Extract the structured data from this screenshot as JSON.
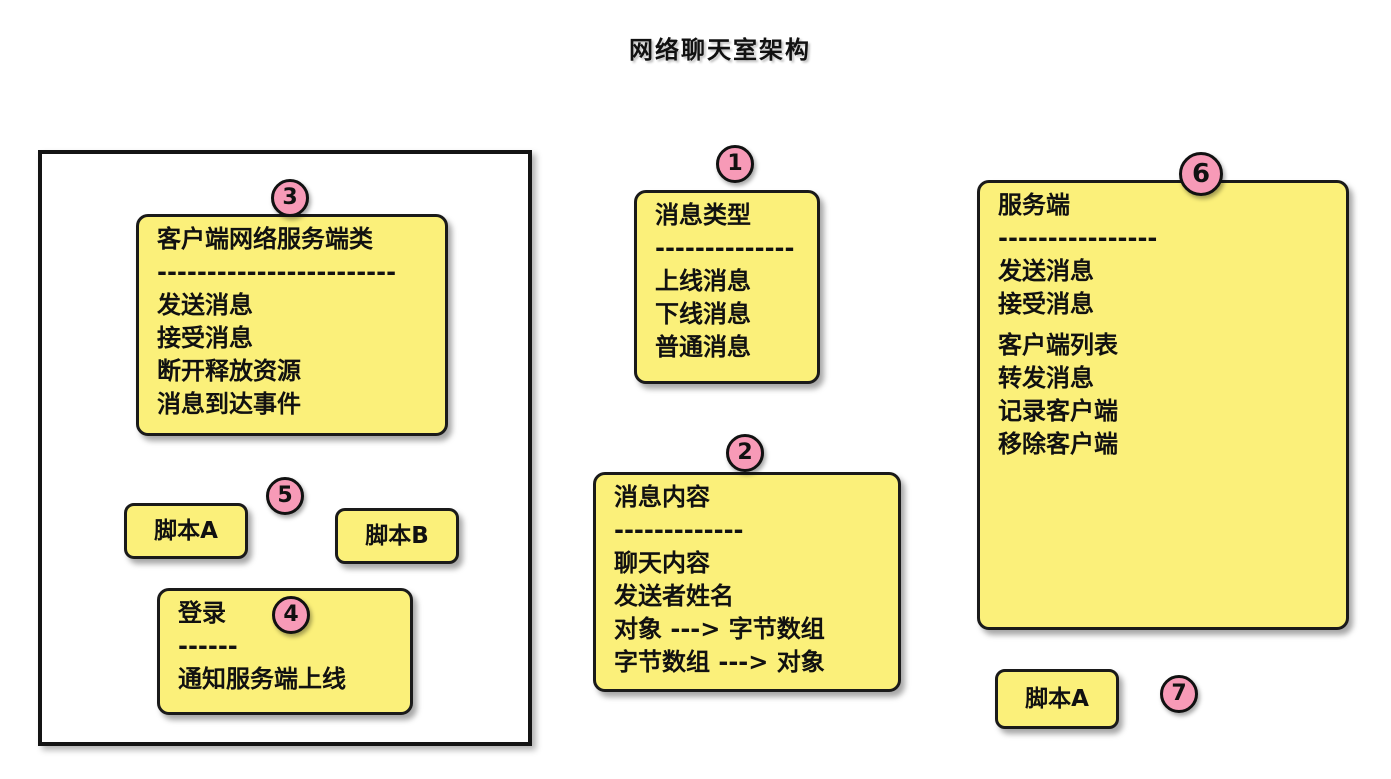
{
  "title": "网络聊天室架构",
  "notes": {
    "message_type": {
      "badge": "1",
      "heading": "消息类型",
      "separator": "--------------",
      "items": [
        "上线消息",
        "下线消息",
        "普通消息"
      ]
    },
    "message_content": {
      "badge": "2",
      "heading": "消息内容",
      "separator": "-------------",
      "items": [
        "聊天内容",
        "发送者姓名",
        "对象  ---> 字节数组",
        "字节数组 ---> 对象"
      ]
    },
    "client_network_service": {
      "badge": "3",
      "heading": "客户端网络服务端类",
      "separator": "------------------------",
      "items": [
        "发送消息",
        "接受消息",
        "断开释放资源",
        "消息到达事件"
      ]
    },
    "login": {
      "badge": "4",
      "heading": "登录",
      "separator": "------",
      "items": [
        "通知服务端上线"
      ]
    },
    "server": {
      "badge": "6",
      "heading": "服务端",
      "separator": "----------------",
      "items_group1": [
        "发送消息",
        "接受消息"
      ],
      "items_group2": [
        "客户端列表",
        "转发消息",
        "记录客户端",
        "移除客户端"
      ]
    }
  },
  "scripts": {
    "client_a": "脚本A",
    "client_b": "脚本B",
    "server_a": "脚本A",
    "client_badge": "5",
    "server_badge": "7"
  },
  "colors": {
    "note_fill": "#fbf07a",
    "badge_fill": "#f79ab7",
    "outline": "#1a1a1a"
  }
}
